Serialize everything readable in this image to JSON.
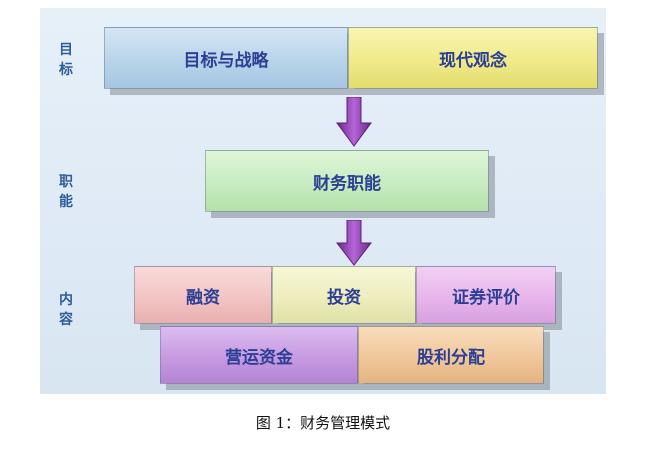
{
  "labels": {
    "goal": [
      "目",
      "标"
    ],
    "function": [
      "职",
      "能"
    ],
    "content": [
      "内",
      "容"
    ]
  },
  "boxes": {
    "goal_strategy": "目标与战略",
    "modern_concept": "现代观念",
    "finance_function": "财务职能",
    "financing": "融资",
    "investment": "投资",
    "securities_valuation": "证券评价",
    "working_capital": "营运资金",
    "dividend_distribution": "股利分配"
  },
  "caption": "图 1：财务管理模式",
  "colors": {
    "goal_strategy": "#b9d4ea",
    "modern_concept": "#f0ea8a",
    "finance_function": "#c8ecc0",
    "financing": "#f3c4c4",
    "investment": "#eeeebe",
    "securities_valuation": "#e7b6ec",
    "working_capital": "#c79ae2",
    "dividend_distribution": "#f0c79a",
    "arrow": "#8f3fb3",
    "text": "#2b3f94"
  }
}
